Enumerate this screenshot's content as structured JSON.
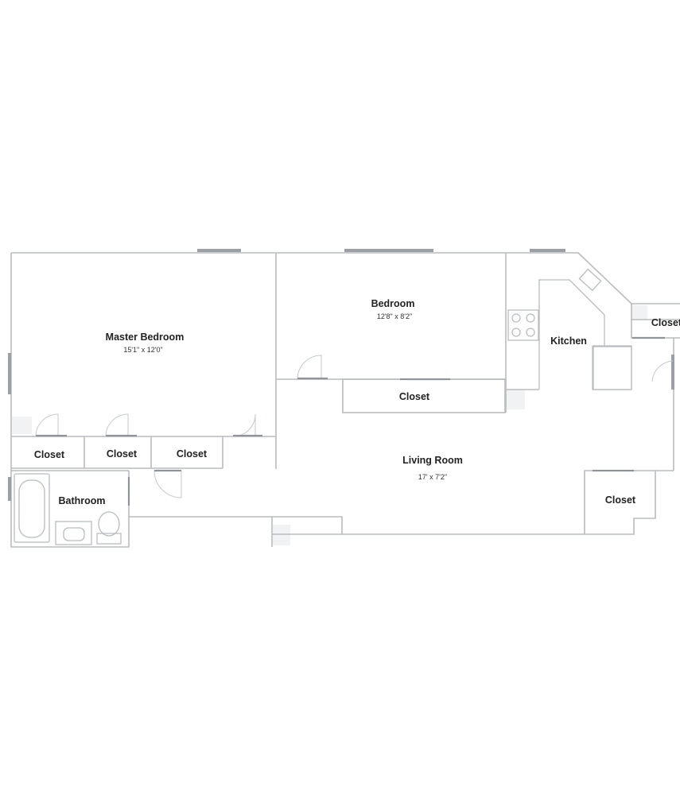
{
  "floorplan": {
    "rooms": [
      {
        "id": "master-bedroom",
        "name": "Master Bedroom",
        "dimensions": "15'1\" x 12'0\""
      },
      {
        "id": "bedroom",
        "name": "Bedroom",
        "dimensions": "12'8\" x 8'2\""
      },
      {
        "id": "kitchen",
        "name": "Kitchen",
        "dimensions": ""
      },
      {
        "id": "living-room",
        "name": "Living Room",
        "dimensions": "17' x 7'2\""
      },
      {
        "id": "bathroom",
        "name": "Bathroom",
        "dimensions": ""
      },
      {
        "id": "closet-1",
        "name": "Closet",
        "dimensions": ""
      },
      {
        "id": "closet-2",
        "name": "Closet",
        "dimensions": ""
      },
      {
        "id": "closet-3",
        "name": "Closet",
        "dimensions": ""
      },
      {
        "id": "closet-bedroom",
        "name": "Closet",
        "dimensions": ""
      },
      {
        "id": "closet-kitchen",
        "name": "Closet",
        "dimensions": ""
      },
      {
        "id": "closet-living",
        "name": "Closet",
        "dimensions": ""
      }
    ],
    "colors": {
      "wall": "#b8bcc0",
      "window": "#9aa0a6",
      "text": "#222222"
    }
  }
}
